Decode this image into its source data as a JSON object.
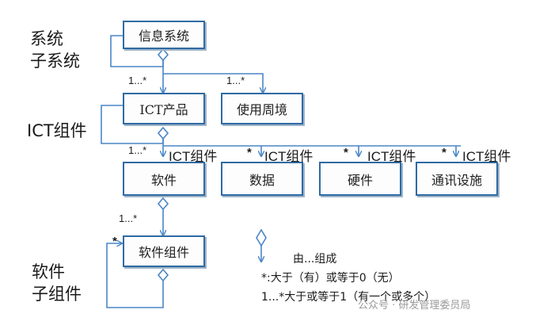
{
  "side_labels": {
    "system": [
      "系统",
      "子系统"
    ],
    "ict_component": "ICT组件",
    "software_component": [
      "软件",
      "子组件"
    ]
  },
  "boxes": {
    "info_system": "信息系统",
    "ict_product": "ICT产品",
    "environment": "使用周境",
    "software": "软件",
    "data": "数据",
    "hardware": "硬件",
    "comm": "通讯设施",
    "software_component": "软件组件"
  },
  "multiplicity": {
    "sys_to_product": "1...*",
    "sys_to_env": "1...*",
    "product_to_software": "1...*",
    "data": "*",
    "hardware": "*",
    "comm": "*",
    "software_to_component": "1...*",
    "component_self": "*"
  },
  "role_labels": {
    "software": "ICT组件",
    "data": "ICT组件",
    "hardware": "ICT组件",
    "comm": "ICT组件"
  },
  "legend": {
    "composed_of": "由...组成",
    "star": "*:大于（有）或等于0（无）",
    "one_or_more": "1...*大于或等于1（有一个或多个）"
  },
  "watermark": "公众号 · 研发管理委员局",
  "colors": {
    "box_border": "#2f6aa3",
    "line": "#4a86c6"
  }
}
